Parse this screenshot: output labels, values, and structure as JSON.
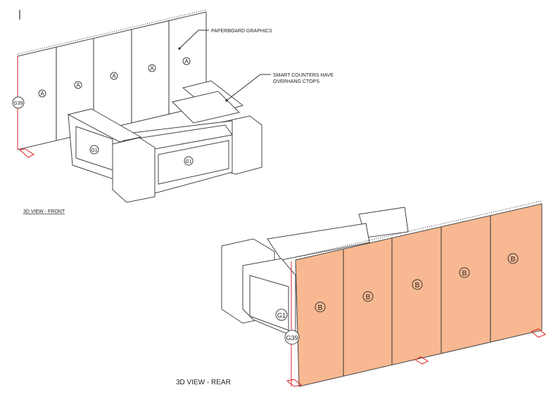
{
  "front_view": {
    "title": "3D VIEW - FRONT",
    "panel_labels": [
      "A",
      "A",
      "A",
      "A",
      "A"
    ],
    "counter_labels": [
      "G1",
      "G1"
    ],
    "wall_tag": "G39",
    "callouts": {
      "graphics": "PAPERBOARD GRAPHICS",
      "counters_line1": "SMART COUNTERS HAVE",
      "counters_line2": "OVERHANG CTOPS"
    }
  },
  "rear_view": {
    "title": "3D VIEW - REAR",
    "panel_labels": [
      "B",
      "B",
      "B",
      "B",
      "B"
    ],
    "counter_label": "G1",
    "wall_tag": "G39"
  },
  "colors": {
    "panel_fill": "#f8b891",
    "marker": "#e02020"
  }
}
